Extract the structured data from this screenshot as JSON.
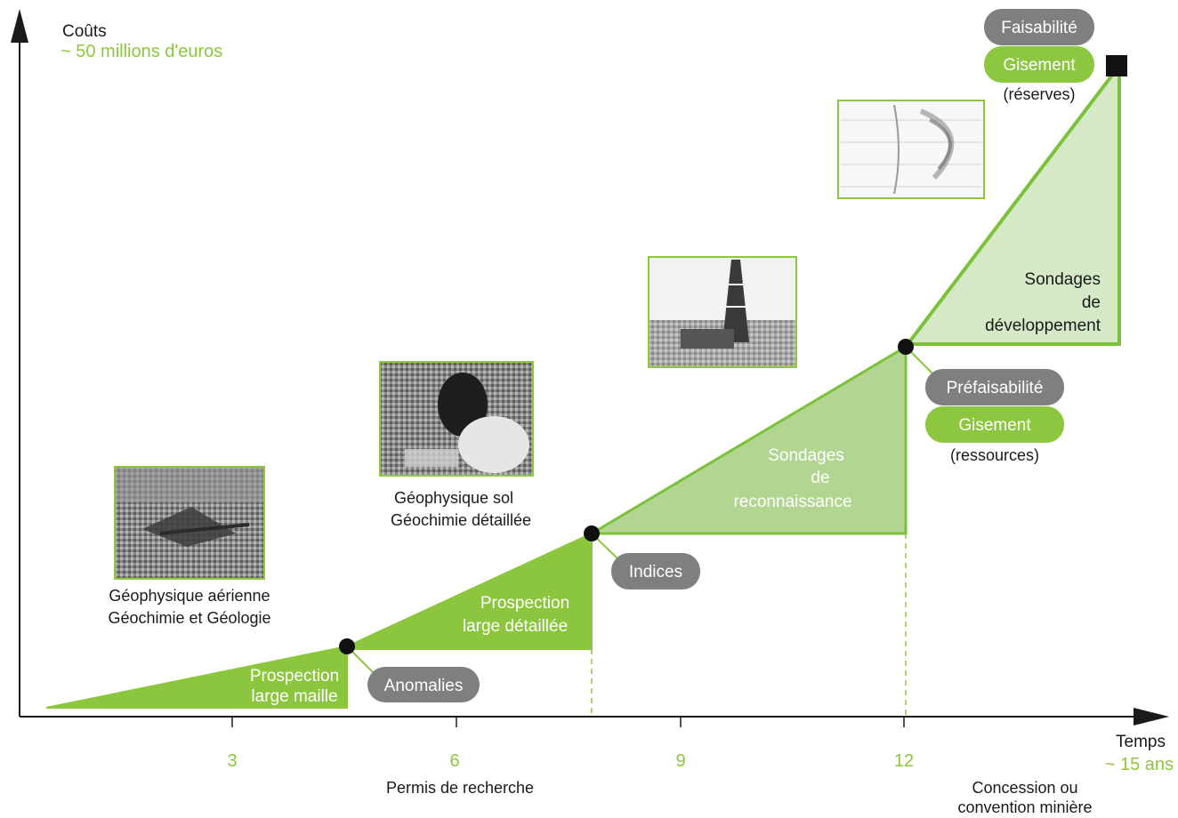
{
  "colors": {
    "accent_green": "#8dc63f",
    "fill_light": "#d5e8c4",
    "fill_mid": "#b5d98f",
    "fill_dark": "#8cc63f",
    "pill_gray": "#7f7f7f",
    "axis": "#1a1a1a"
  },
  "axes": {
    "y_title": "Coûts",
    "y_max_label": "~ 50 millions d'euros",
    "x_title": "Temps",
    "x_max_label": "~ 15 ans",
    "x_ticks": [
      "3",
      "6",
      "9",
      "12"
    ],
    "x_note_permis": "Permis de recherche",
    "x_note_concession_1": "Concession ou",
    "x_note_concession_2": "convention minière"
  },
  "phases": {
    "p1_line1": "Prospection",
    "p1_line2": "large maille",
    "p2_line1": "Prospection",
    "p2_line2": "large détaillée",
    "p3_line1": "Sondages",
    "p3_line2": "de",
    "p3_line3": "reconnaissance",
    "p4_line1": "Sondages",
    "p4_line2": "de",
    "p4_line3": "développement"
  },
  "milestones": {
    "anomalies": "Anomalies",
    "indices": "Indices",
    "prefaisabilite": "Préfaisabilité",
    "gisement_1": "Gisement",
    "ressources": "(ressources)",
    "faisabilite": "Faisabilité",
    "gisement_2": "Gisement",
    "reserves": "(réserves)"
  },
  "captions": {
    "aerial_line1": "Géophysique aérienne",
    "aerial_line2": "Géochimie et Géologie",
    "ground_line1": "Géophysique sol",
    "ground_line2": "Géochimie détaillée"
  },
  "photos": {
    "aerial": "aerial-survey-photo",
    "ground": "ground-survey-photo",
    "drill": "drill-rig-photo",
    "section": "geological-section-image"
  }
}
